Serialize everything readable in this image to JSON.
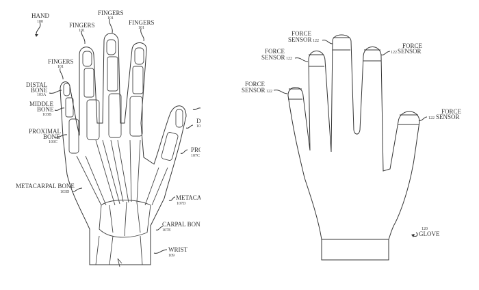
{
  "hand_figure": {
    "hand": {
      "label": "HAND",
      "ref": "100"
    },
    "fingers": [
      {
        "label": "FINGERS",
        "ref": "101"
      },
      {
        "label": "FINGERS",
        "ref": "101"
      },
      {
        "label": "FINGERS",
        "ref": "101"
      },
      {
        "label": "FINGERS",
        "ref": "101"
      }
    ],
    "distal": {
      "line1": "DISTAL",
      "line2": "BONE",
      "ref": "103A"
    },
    "middle": {
      "line1": "MIDDLE",
      "line2": "BONE",
      "ref": "103B"
    },
    "proximal": {
      "line1": "PROXIMAL",
      "line2": "BONE",
      "ref": "103C"
    },
    "metacarpal": {
      "label": "METACARPAL BONE",
      "ref": "103D"
    },
    "thumb_distal": {
      "label": "D",
      "ref": "10"
    },
    "thumb_proximal": {
      "label": "PRO",
      "ref": "107C"
    },
    "thumb_metacarpal": {
      "label": "METACA",
      "ref": "107D"
    },
    "carpal": {
      "label": "CARPAL BONE",
      "ref": "107E"
    },
    "wrist": {
      "label": "WRIST",
      "ref": "109"
    }
  },
  "glove_figure": {
    "sensors": [
      {
        "line1": "FORCE",
        "line2": "SENSOR",
        "ref": "122"
      },
      {
        "line1": "FORCE",
        "line2": "SENSOR",
        "ref": "122"
      },
      {
        "line1": "FORCE",
        "line2": "SENSOR",
        "ref": "122"
      },
      {
        "line1": "FORCE",
        "line2": "SENSOR",
        "ref": "122"
      },
      {
        "line1": "FORCE",
        "line2": "SENSOR",
        "ref": "122"
      }
    ],
    "glove": {
      "label": "GLOVE",
      "ref": "120"
    }
  }
}
